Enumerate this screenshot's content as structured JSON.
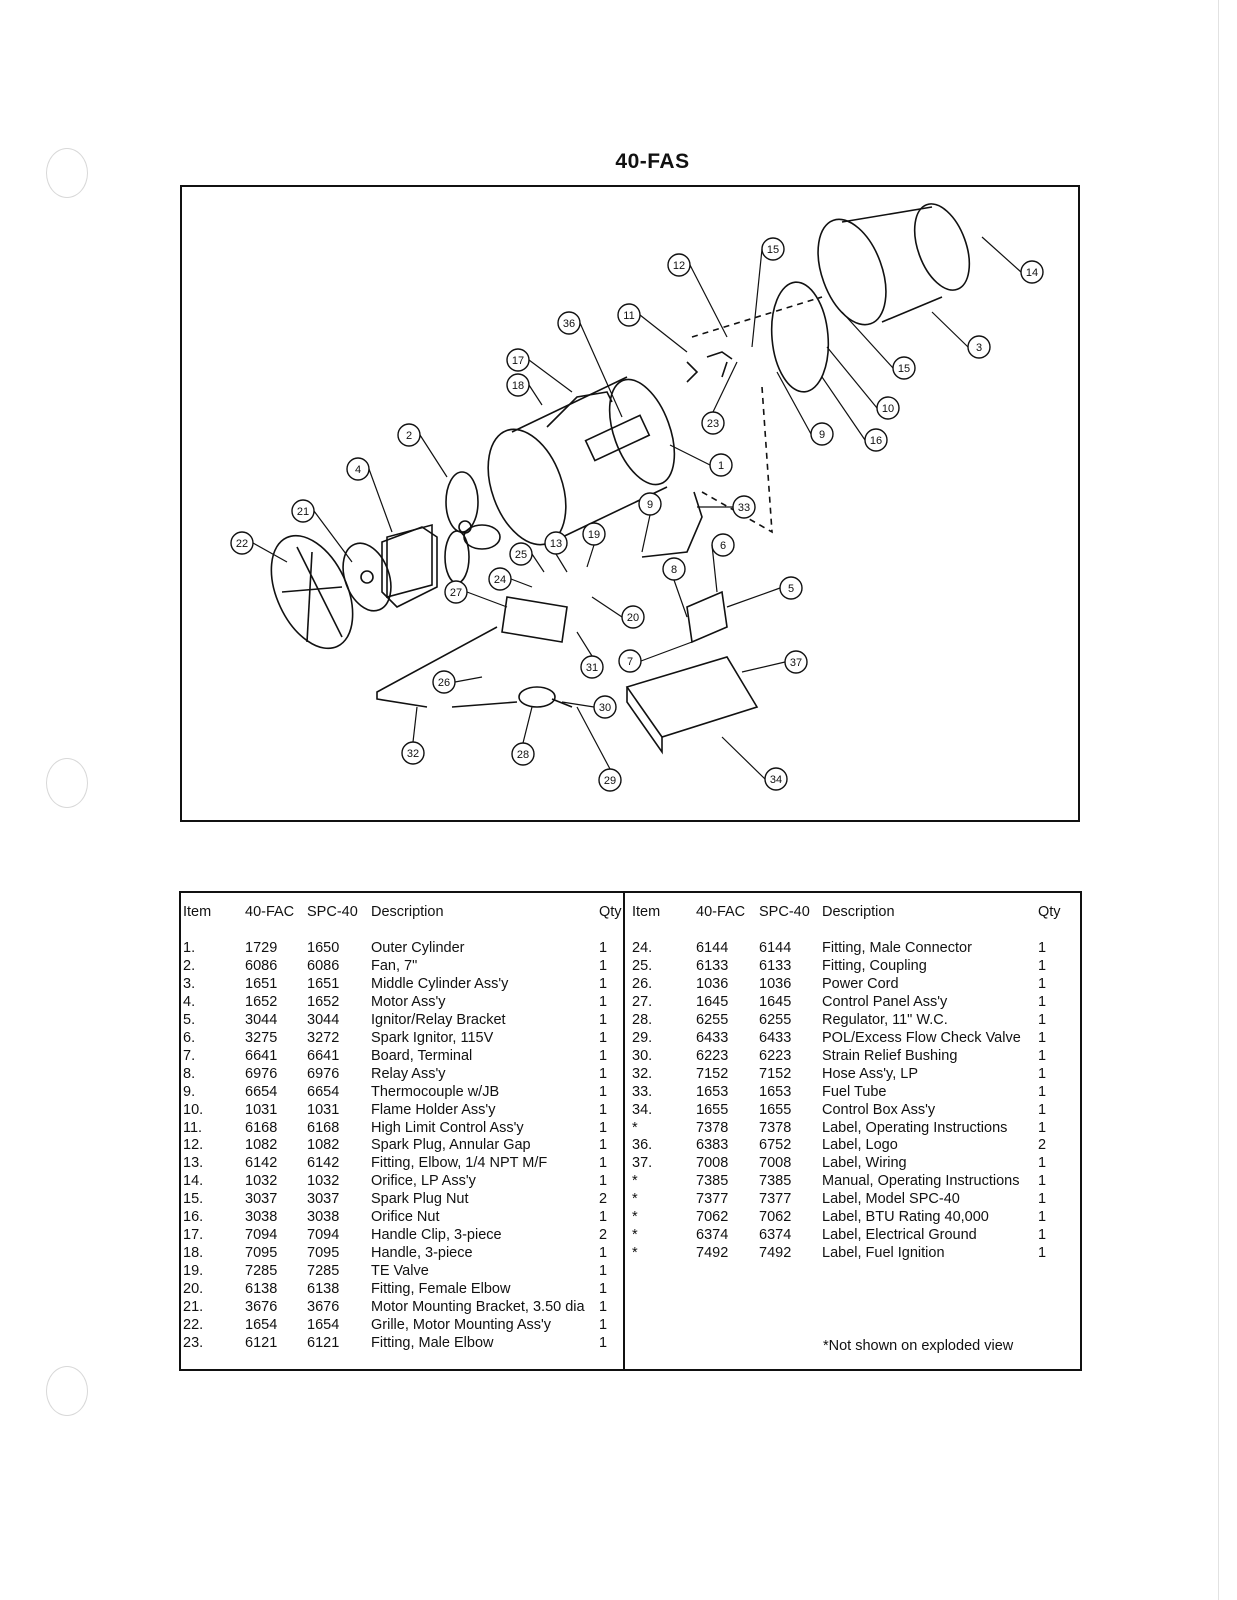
{
  "title": "40-FAS",
  "diagram": {
    "callouts": [
      "1",
      "2",
      "3",
      "4",
      "5",
      "6",
      "7",
      "8",
      "9",
      "9",
      "10",
      "11",
      "12",
      "13",
      "14",
      "15",
      "15",
      "16",
      "17",
      "18",
      "19",
      "20",
      "21",
      "22",
      "23",
      "24",
      "25",
      "26",
      "27",
      "28",
      "29",
      "30",
      "31",
      "32",
      "33",
      "34",
      "36",
      "37"
    ]
  },
  "table": {
    "headers": {
      "item": "Item",
      "fac": "40-FAC",
      "spc": "SPC-40",
      "desc": "Description",
      "qty": "Qty"
    },
    "left_rows": [
      {
        "item": "1.",
        "fac": "1729",
        "spc": "1650",
        "desc": "Outer Cylinder",
        "qty": "1"
      },
      {
        "item": "2.",
        "fac": "6086",
        "spc": "6086",
        "desc": "Fan, 7\"",
        "qty": "1"
      },
      {
        "item": "3.",
        "fac": "1651",
        "spc": "1651",
        "desc": "Middle Cylinder Ass'y",
        "qty": "1"
      },
      {
        "item": "4.",
        "fac": "1652",
        "spc": "1652",
        "desc": "Motor Ass'y",
        "qty": "1"
      },
      {
        "item": "5.",
        "fac": "3044",
        "spc": "3044",
        "desc": "Ignitor/Relay Bracket",
        "qty": "1"
      },
      {
        "item": "6.",
        "fac": "3275",
        "spc": "3272",
        "desc": "Spark Ignitor, 115V",
        "qty": "1"
      },
      {
        "item": "7.",
        "fac": "6641",
        "spc": "6641",
        "desc": "Board, Terminal",
        "qty": "1"
      },
      {
        "item": "8.",
        "fac": "6976",
        "spc": "6976",
        "desc": "Relay Ass'y",
        "qty": "1"
      },
      {
        "item": "9.",
        "fac": "6654",
        "spc": "6654",
        "desc": "Thermocouple w/JB",
        "qty": "1"
      },
      {
        "item": "10.",
        "fac": "1031",
        "spc": "1031",
        "desc": "Flame Holder Ass'y",
        "qty": "1"
      },
      {
        "item": "11.",
        "fac": "6168",
        "spc": "6168",
        "desc": "High Limit Control Ass'y",
        "qty": "1"
      },
      {
        "item": "12.",
        "fac": "1082",
        "spc": "1082",
        "desc": "Spark Plug, Annular Gap",
        "qty": "1"
      },
      {
        "item": "13.",
        "fac": "6142",
        "spc": "6142",
        "desc": "Fitting, Elbow, 1/4 NPT M/F",
        "qty": "1"
      },
      {
        "item": "14.",
        "fac": "1032",
        "spc": "1032",
        "desc": "Orifice, LP Ass'y",
        "qty": "1"
      },
      {
        "item": "15.",
        "fac": "3037",
        "spc": "3037",
        "desc": "Spark Plug Nut",
        "qty": "2"
      },
      {
        "item": "16.",
        "fac": "3038",
        "spc": "3038",
        "desc": "Orifice Nut",
        "qty": "1"
      },
      {
        "item": "17.",
        "fac": "7094",
        "spc": "7094",
        "desc": "Handle Clip, 3-piece",
        "qty": "2"
      },
      {
        "item": "18.",
        "fac": "7095",
        "spc": "7095",
        "desc": "Handle, 3-piece",
        "qty": "1"
      },
      {
        "item": "19.",
        "fac": "7285",
        "spc": "7285",
        "desc": "TE Valve",
        "qty": "1"
      },
      {
        "item": "20.",
        "fac": "6138",
        "spc": "6138",
        "desc": "Fitting, Female Elbow",
        "qty": "1"
      },
      {
        "item": "21.",
        "fac": "3676",
        "spc": "3676",
        "desc": "Motor Mounting Bracket, 3.50 dia",
        "qty": "1"
      },
      {
        "item": "22.",
        "fac": "1654",
        "spc": "1654",
        "desc": "Grille, Motor Mounting Ass'y",
        "qty": "1"
      },
      {
        "item": "23.",
        "fac": "6121",
        "spc": "6121",
        "desc": "Fitting, Male Elbow",
        "qty": "1"
      }
    ],
    "right_rows": [
      {
        "item": "24.",
        "fac": "6144",
        "spc": "6144",
        "desc": "Fitting, Male Connector",
        "qty": "1"
      },
      {
        "item": "25.",
        "fac": "6133",
        "spc": "6133",
        "desc": "Fitting, Coupling",
        "qty": "1"
      },
      {
        "item": "26.",
        "fac": "1036",
        "spc": "1036",
        "desc": "Power Cord",
        "qty": "1"
      },
      {
        "item": "27.",
        "fac": "1645",
        "spc": "1645",
        "desc": "Control Panel Ass'y",
        "qty": "1"
      },
      {
        "item": "28.",
        "fac": "6255",
        "spc": "6255",
        "desc": "Regulator, 11\" W.C.",
        "qty": "1"
      },
      {
        "item": "29.",
        "fac": "6433",
        "spc": "6433",
        "desc": "POL/Excess Flow Check Valve",
        "qty": "1"
      },
      {
        "item": "30.",
        "fac": "6223",
        "spc": "6223",
        "desc": "Strain Relief Bushing",
        "qty": "1"
      },
      {
        "item": "32.",
        "fac": "7152",
        "spc": "7152",
        "desc": "Hose Ass'y, LP",
        "qty": "1"
      },
      {
        "item": "33.",
        "fac": "1653",
        "spc": "1653",
        "desc": "Fuel Tube",
        "qty": "1"
      },
      {
        "item": "34.",
        "fac": "1655",
        "spc": "1655",
        "desc": "Control Box Ass'y",
        "qty": "1"
      },
      {
        "item": "*",
        "fac": "7378",
        "spc": "7378",
        "desc": "Label, Operating Instructions",
        "qty": "1"
      },
      {
        "item": "36.",
        "fac": "6383",
        "spc": "6752",
        "desc": "Label, Logo",
        "qty": "2"
      },
      {
        "item": "37.",
        "fac": "7008",
        "spc": "7008",
        "desc": "Label, Wiring",
        "qty": "1"
      },
      {
        "item": "*",
        "fac": "7385",
        "spc": "7385",
        "desc": "Manual, Operating Instructions",
        "qty": "1"
      },
      {
        "item": "*",
        "fac": "7377",
        "spc": "7377",
        "desc": "Label, Model SPC-40",
        "qty": "1"
      },
      {
        "item": "*",
        "fac": "7062",
        "spc": "7062",
        "desc": "Label, BTU Rating 40,000",
        "qty": "1"
      },
      {
        "item": "*",
        "fac": "6374",
        "spc": "6374",
        "desc": "Label, Electrical Ground",
        "qty": "1"
      },
      {
        "item": "*",
        "fac": "7492",
        "spc": "7492",
        "desc": "Label, Fuel Ignition",
        "qty": "1"
      }
    ],
    "footnote": "*Not shown on exploded view"
  }
}
